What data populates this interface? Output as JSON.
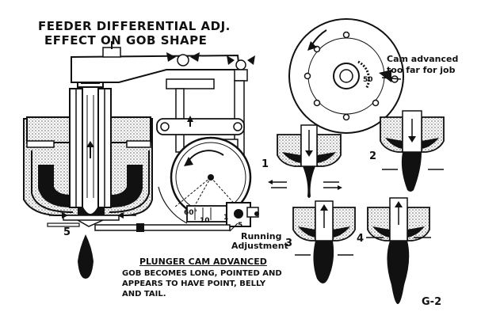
{
  "title": {
    "line1": "FEEDER DIFFERENTIAL ADJ.",
    "line2": "EFFECT ON GOB SHAPE"
  },
  "labels": {
    "cam_note_1": "Cam advanced",
    "cam_note_2": "too far for job",
    "running_1": "Running",
    "running_2": "Adjustment",
    "angle_60": "60°",
    "mark_10": "10",
    "mark_5": "5",
    "mark_1": "1",
    "dial_50": "50",
    "step_1": "1",
    "step_2": "2",
    "step_3": "3",
    "step_4": "4",
    "step_5": "5",
    "plate": "G-2"
  },
  "caption": {
    "heading": "PLUNGER CAM ADVANCED",
    "line1": "GOB BECOMES LONG, POINTED AND",
    "line2": "APPEARS TO HAVE POINT, BELLY",
    "line3": "AND TAIL."
  },
  "colors": {
    "ink": "#111111",
    "paper": "#ffffff",
    "stipple": "#8a8a8a"
  }
}
